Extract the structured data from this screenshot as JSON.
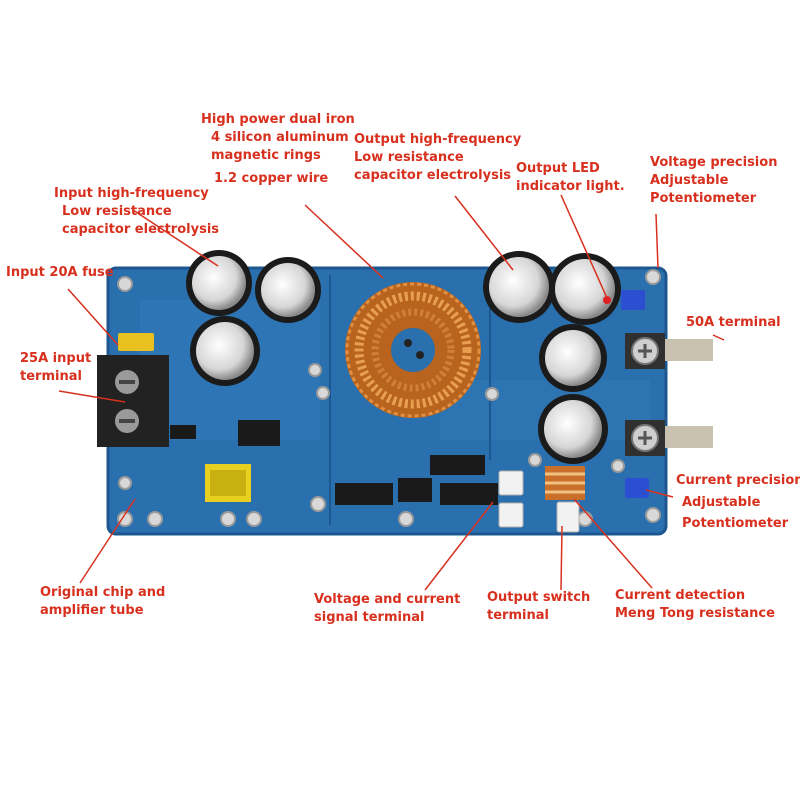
{
  "labels": {
    "toroid": [
      "High power dual iron",
      "4 silicon aluminum",
      "magnetic rings",
      "1.2 copper wire"
    ],
    "output_capacitor": [
      "Output high-frequency",
      "Low resistance",
      "capacitor electrolysis"
    ],
    "output_led": [
      "Output LED",
      "indicator light."
    ],
    "voltage_pot": [
      "Voltage precision",
      "Adjustable",
      "Potentiometer"
    ],
    "input_capacitor": [
      "Input high-frequency",
      "Low resistance",
      "capacitor electrolysis"
    ],
    "input_fuse": [
      "Input 20A fuse"
    ],
    "input_terminal": [
      "25A input",
      "terminal"
    ],
    "output_terminal": [
      "50A terminal"
    ],
    "current_pot": [
      "Current precision",
      "Adjustable",
      "Potentiometer"
    ],
    "chip": [
      "Original chip and",
      "amplifier tube"
    ],
    "signal_terminal": [
      "Voltage and current",
      "signal terminal"
    ],
    "switch_terminal": [
      "Output switch",
      "terminal"
    ],
    "current_resistor": [
      "Current detection",
      "Meng Tong resistance"
    ]
  },
  "colors": {
    "label_text": "#d8301e",
    "leader_line": "#d8301e",
    "pcb": "#2a6fae",
    "pcb_dark": "#1d5790",
    "copper": "#c8702a",
    "terminal_block": "#222222",
    "fuse": "#e8c020",
    "inductor": "#e8d020",
    "potentiometer": "#2b4fd0"
  }
}
